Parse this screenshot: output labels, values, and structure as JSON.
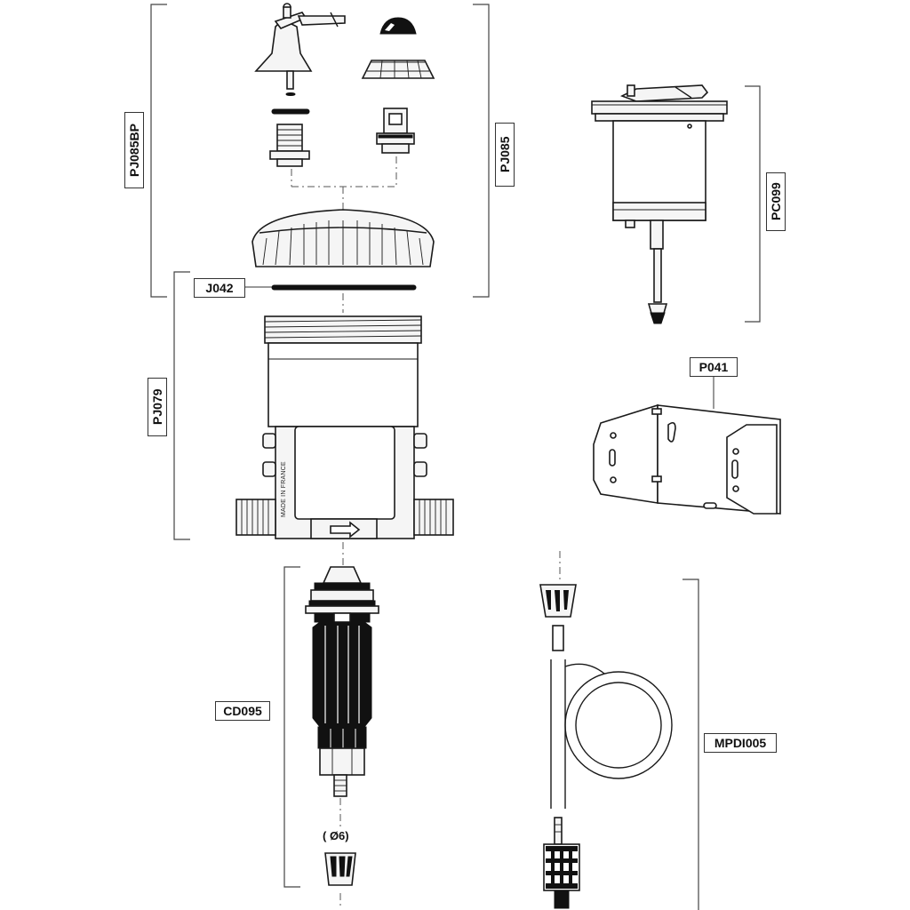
{
  "labels": {
    "pj085bp": "PJ085BP",
    "pj085": "PJ085",
    "pc099": "PC099",
    "j042": "J042",
    "pj079": "PJ079",
    "p041": "P041",
    "cd095": "CD095",
    "mpdi005": "MPDI005",
    "diameter": "( Ø6)",
    "made_in": "MADE IN FRANCE"
  },
  "icons": {
    "flow_arrow": "right-arrow-icon"
  },
  "colors": {
    "line": "#1a1a1a",
    "fill_light": "#f4f4f4",
    "fill_dark": "#111111",
    "leader": "#555555"
  }
}
